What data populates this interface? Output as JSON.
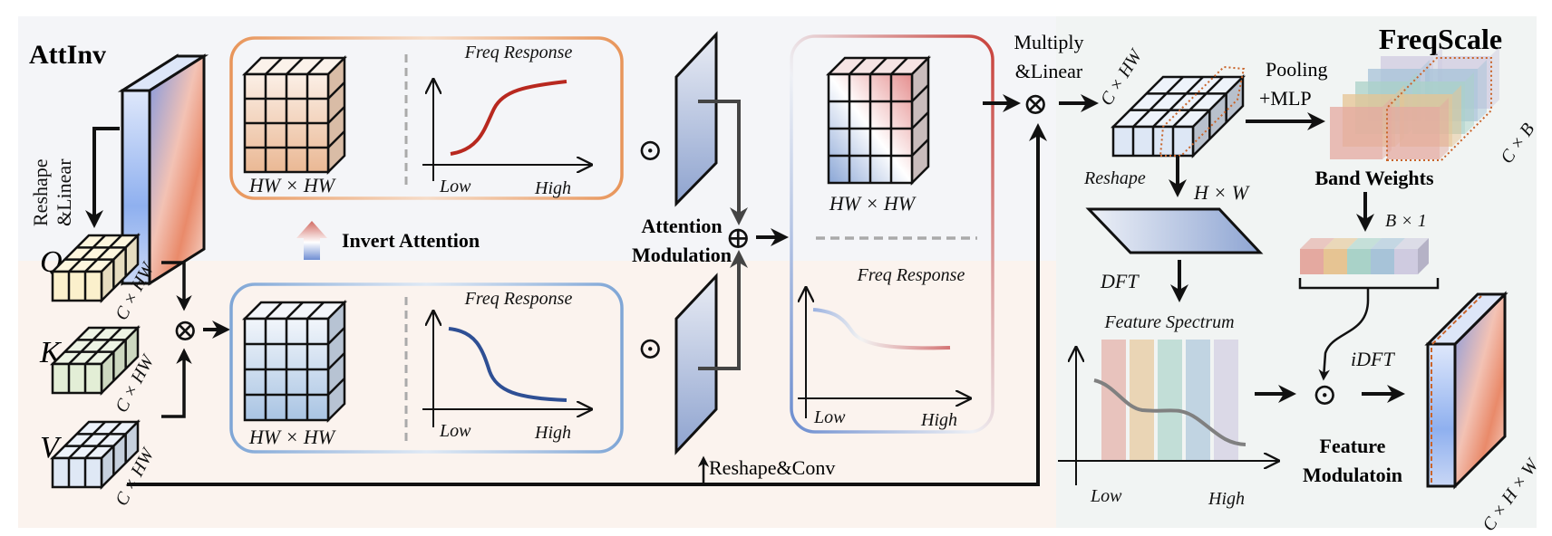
{
  "attinv": {
    "title": "AttInv",
    "reshape_linear": [
      "Reshape",
      "&Linear"
    ],
    "q": "Q",
    "k": "K",
    "v": "V",
    "q_dim": "C × HW",
    "k_dim": "C × HW",
    "v_dim": "C × HW",
    "high_pass_panel": {
      "matrix_label": "HW × HW",
      "chart_title": "Freq Response",
      "x_low": "Low",
      "x_high": "High"
    },
    "low_pass_panel": {
      "matrix_label": "HW × HW",
      "chart_title": "Freq Response",
      "x_low": "Low",
      "x_high": "High"
    },
    "invert_attention": "Invert Attention",
    "attention_modulation": [
      "Attention",
      "Modulation"
    ],
    "reshape_conv": "Reshape&Conv",
    "combined_panel": {
      "matrix_label": "HW × HW",
      "chart_title": "Freq Response",
      "x_low": "Low",
      "x_high": "High"
    },
    "multiply_linear": [
      "Multiply",
      "&Linear"
    ]
  },
  "operators": {
    "hadamard": "⊙",
    "add": "⊕",
    "matmul": "⊗"
  },
  "freqscale": {
    "title": "FreqScale",
    "feature_dim": "C × HW",
    "pooling_mlp": [
      "Pooling",
      "+MLP"
    ],
    "band_dim": "C × B",
    "band_weights": "Band Weights",
    "band_vector_dim": "B × 1",
    "reshape": "Reshape",
    "spatial_dim": "H × W",
    "dft": "DFT",
    "spectrum_title": "Feature Spectrum",
    "x_low": "Low",
    "x_high": "High",
    "idft": "iDFT",
    "feature_modulation": [
      "Feature",
      "Modulatoin"
    ],
    "output_dim": "C × H × W"
  },
  "colors": {
    "attinv_top_bg": "#f4f5f8",
    "attinv_bottom_bg": "#fbf3ee",
    "freqscale_bg": "#f1f4f3",
    "orange_panel": "#e8955a",
    "blue_panel": "#7fa6d6",
    "high_pass_curve": "#b8281f",
    "low_pass_curve": "#2e4f94",
    "bands": [
      "#e4a9a0",
      "#e6c493",
      "#a9d2c8",
      "#a7c3d8",
      "#cfcbe0"
    ]
  }
}
